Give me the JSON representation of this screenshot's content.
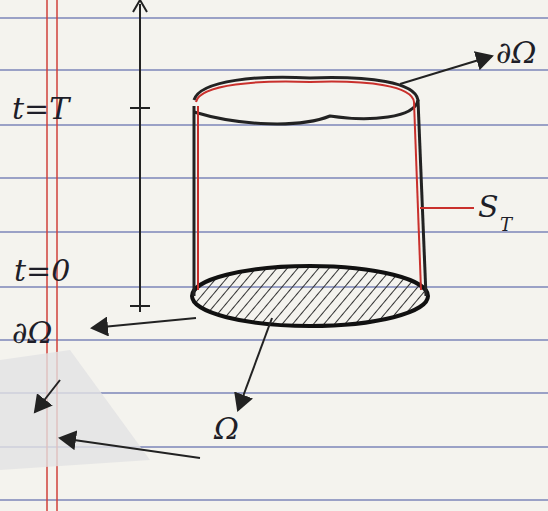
{
  "diagram": {
    "labels": [
      "t=T",
      "t=0",
      "∂Ω",
      "S",
      "T",
      "∂Ω",
      "Ω"
    ]
  }
}
